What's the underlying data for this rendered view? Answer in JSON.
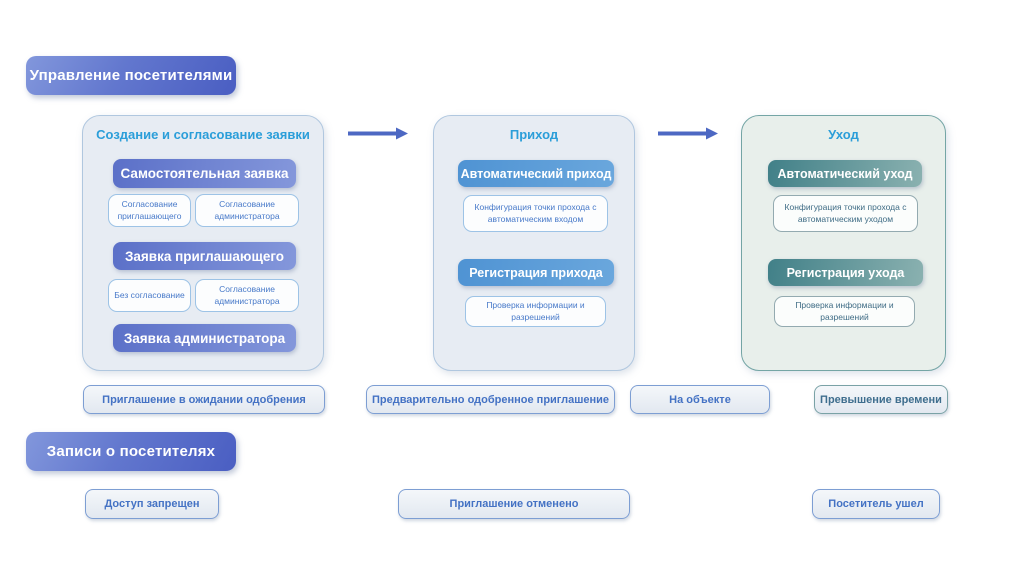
{
  "title_badges": {
    "management": "Управление посетителями",
    "records": "Записи о посетителях"
  },
  "columns": [
    {
      "title": "Создание и согласование заявки",
      "actions": [
        {
          "label": "Самостоятельная заявка",
          "subs": [
            {
              "label": "Согласование приглашающего"
            },
            {
              "label": "Согласование администратора"
            }
          ]
        },
        {
          "label": "Заявка приглашающего",
          "subs": [
            {
              "label": "Без согласование"
            },
            {
              "label": "Согласование администратора"
            }
          ]
        },
        {
          "label": "Заявка администратора",
          "subs": []
        }
      ]
    },
    {
      "title": "Приход",
      "actions": [
        {
          "label": "Автоматический приход",
          "sub": "Конфигурация точки прохода с автоматическим входом"
        },
        {
          "label": "Регистрация прихода",
          "sub": "Проверка информации и разрешений"
        }
      ]
    },
    {
      "title": "Уход",
      "actions": [
        {
          "label": "Автоматический уход",
          "sub": "Конфигурация точки прохода с автоматическим уходом"
        },
        {
          "label": "Регистрация ухода",
          "sub": "Проверка информации и разрешений"
        }
      ]
    }
  ],
  "status_badges": {
    "row1": [
      {
        "label": "Приглашение в ожидании одобрения",
        "theme": "blue"
      },
      {
        "label": "Предварительно одобренное приглашение",
        "theme": "blue"
      },
      {
        "label": "На объекте",
        "theme": "blue"
      },
      {
        "label": "Превышение времени",
        "theme": "teal"
      }
    ],
    "row2": [
      {
        "label": "Доступ запрещен",
        "theme": "blue"
      },
      {
        "label": "Приглашение отменено",
        "theme": "blue"
      },
      {
        "label": "Посетитель ушел",
        "theme": "blue"
      }
    ]
  },
  "colors": {
    "header_gradient_start": "#8297dc",
    "header_gradient_end": "#4a5ec2",
    "column_title": "#2b9ed9",
    "request_button_start": "#5b70c8",
    "request_button_end": "#8497db",
    "arrival_button_start": "#4f93d3",
    "arrival_button_end": "#6aa7dd",
    "departure_button_start": "#418088",
    "departure_button_end": "#8ab1b0",
    "panel_blue_bg": "#e7ecf3",
    "panel_green_bg": "#e8efeb",
    "panel_green_border": "#74a5a5",
    "badge_text_blue": "#4472c4",
    "badge_text_teal": "#3f6e8e",
    "arrow": "#4d68c3"
  }
}
